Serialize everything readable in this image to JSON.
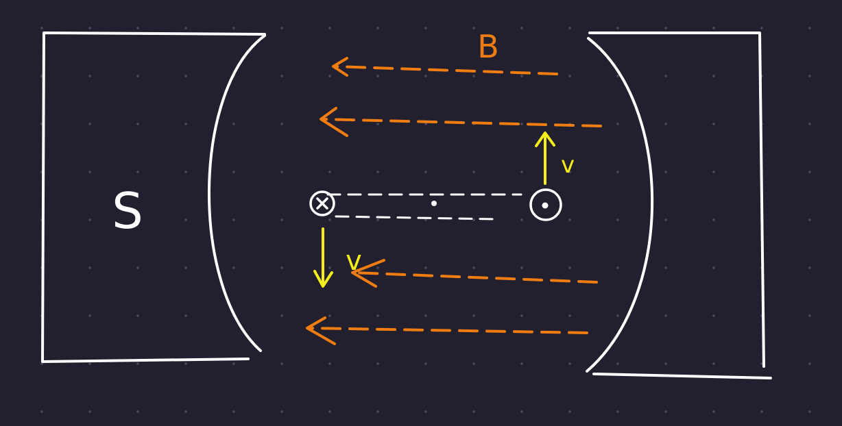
{
  "labels": {
    "south_pole": "S",
    "field": "B",
    "velocity_up": "v",
    "velocity_down": "v"
  },
  "colors": {
    "background": "#22202f",
    "dots": "#4a4858",
    "magnet": "#ffffff",
    "field": "#f07d12",
    "velocity": "#f5ec1c",
    "wire": "#ffffff"
  },
  "symbols": {
    "left_conductor": "current-into-page",
    "right_conductor": "current-out-of-page"
  }
}
